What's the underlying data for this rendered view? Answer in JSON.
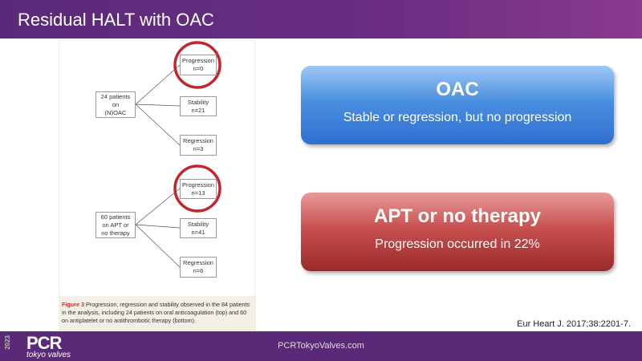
{
  "title": "Residual HALT with OAC",
  "figure": {
    "top": {
      "source": [
        "24 patients",
        "on",
        "(N)OAC"
      ],
      "progression": [
        "Progression",
        "n=0"
      ],
      "stability": [
        "Stability",
        "n=21"
      ],
      "regression": [
        "Regression",
        "n=3"
      ]
    },
    "bottom": {
      "source": [
        "60 patients",
        "on APT or",
        "no therapy"
      ],
      "progression": [
        "Progression",
        "n=13"
      ],
      "stability": [
        "Stability",
        "n=41"
      ],
      "regression": [
        "Regression",
        "n=6"
      ]
    },
    "caption_label": "Figure 3",
    "caption_text": " Progression, regression and stability observed in the 84 patients in the analysis, including 24 patients on oral anticoagulation (top) and 60 on antiplatelet or no antithrombotic therapy (bottom)."
  },
  "cards": {
    "oac": {
      "heading": "OAC",
      "text": "Stable or regression, but no progression"
    },
    "apt": {
      "heading": "APT or no therapy",
      "text": "Progression occurred in 22%"
    }
  },
  "reference": "Eur Heart J. 2017;38:2201-7.",
  "footer": {
    "year": "2023",
    "logo": "PCR",
    "logo_sub": "tokyo valves",
    "url": "PCRTokyoValves.com"
  },
  "colors": {
    "header": "#5a2a7a",
    "circle": "#c0282d",
    "oac": "#3f82db",
    "apt": "#b84040"
  }
}
